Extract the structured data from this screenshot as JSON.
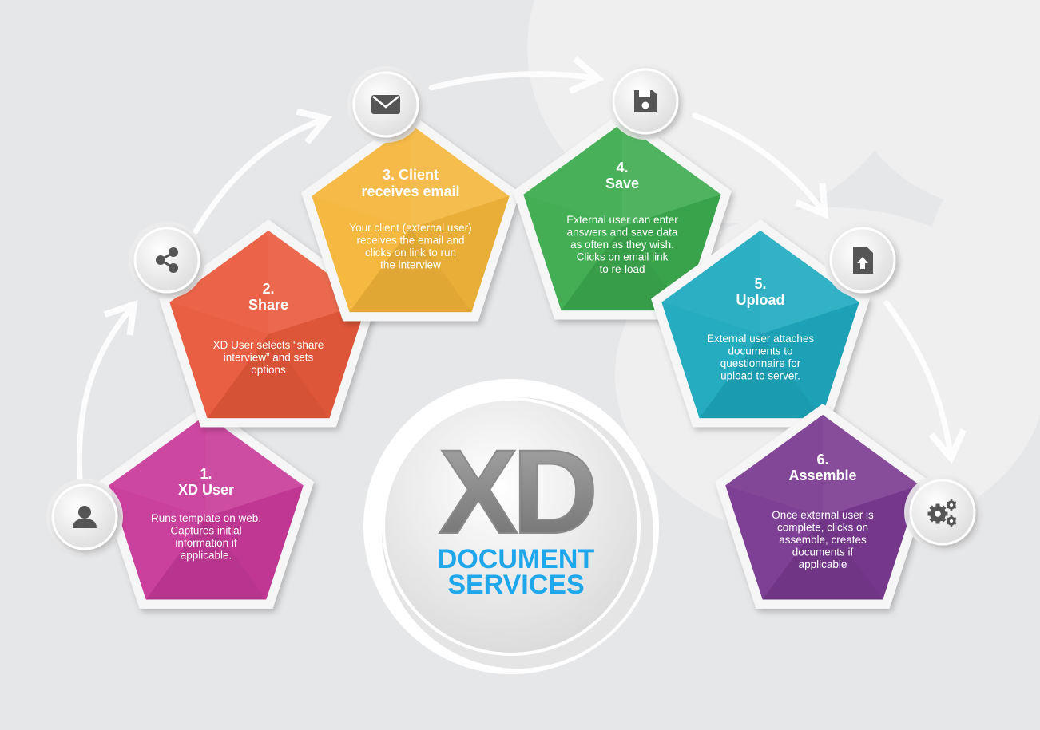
{
  "logo": {
    "mark": "XD",
    "line1": "DOCUMENT",
    "line2": "SERVICES"
  },
  "steps": [
    {
      "number": "1.",
      "title": [
        "XD User"
      ],
      "text": [
        "Runs template on web.",
        "Captures initial",
        "information if",
        "applicable."
      ],
      "color": "#c83a9a",
      "icon": "user-icon"
    },
    {
      "number": "2.",
      "title": [
        "Share"
      ],
      "text": [
        "XD User selects “share",
        "interview” and sets",
        "options"
      ],
      "color": "#e95a3c",
      "icon": "share-icon"
    },
    {
      "number": "",
      "title": [
        "3. Client",
        "receives email"
      ],
      "text": [
        "Your client (external user)",
        "receives the email and",
        "clicks on link to run",
        "the interview"
      ],
      "color": "#f4b53b",
      "icon": "envelope-icon"
    },
    {
      "number": "4.",
      "title": [
        "Save"
      ],
      "text": [
        "External user can enter",
        "answers and save data",
        "as often as they wish.",
        "Clicks on email link",
        "to re-load"
      ],
      "color": "#3cab4f",
      "icon": "floppy-disk-icon"
    },
    {
      "number": "5.",
      "title": [
        "Upload"
      ],
      "text": [
        "External user attaches",
        "documents to",
        "questionnaire for",
        "upload to server."
      ],
      "color": "#1da9bf",
      "icon": "file-upload-icon"
    },
    {
      "number": "6.",
      "title": [
        "Assemble"
      ],
      "text": [
        "Once external user is",
        "complete, clicks on",
        "assemble, creates",
        "documents if",
        "applicable"
      ],
      "color": "#7a3a90",
      "icon": "gears-icon"
    }
  ]
}
